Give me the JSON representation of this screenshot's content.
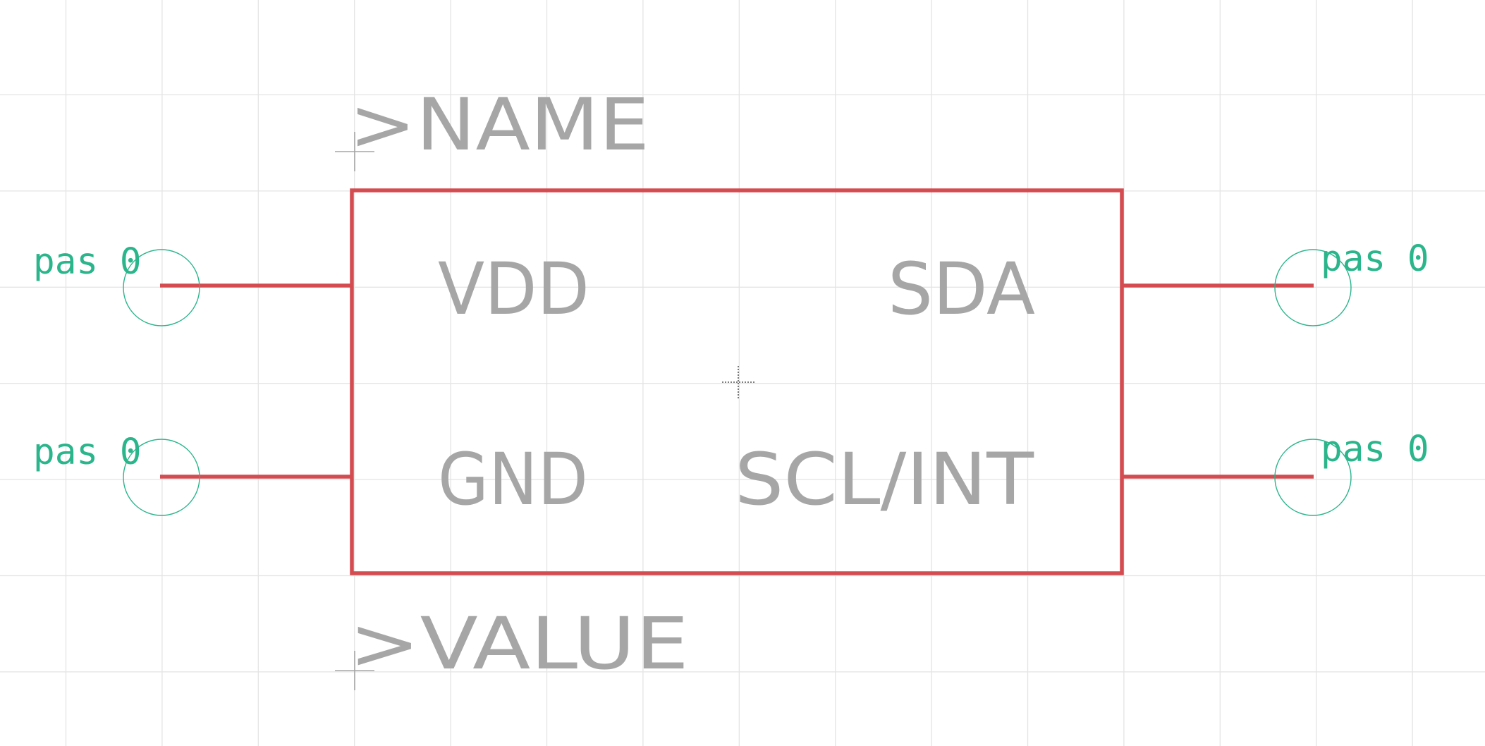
{
  "schematic": {
    "name_placeholder": ">NAME",
    "value_placeholder": ">VALUE",
    "pins": [
      {
        "label": "VDD",
        "direction": "pas 0"
      },
      {
        "label": "GND",
        "direction": "pas 0"
      },
      {
        "label": "SDA",
        "direction": "pas 0"
      },
      {
        "label": "SCL/INT",
        "direction": "pas 0"
      }
    ]
  },
  "colors": {
    "background": "#ffffff",
    "grid": "#e4e4e4",
    "symbol_outline": "#d44b50",
    "pin_marker": "#2ab58a",
    "text": "#a6a6a6"
  }
}
